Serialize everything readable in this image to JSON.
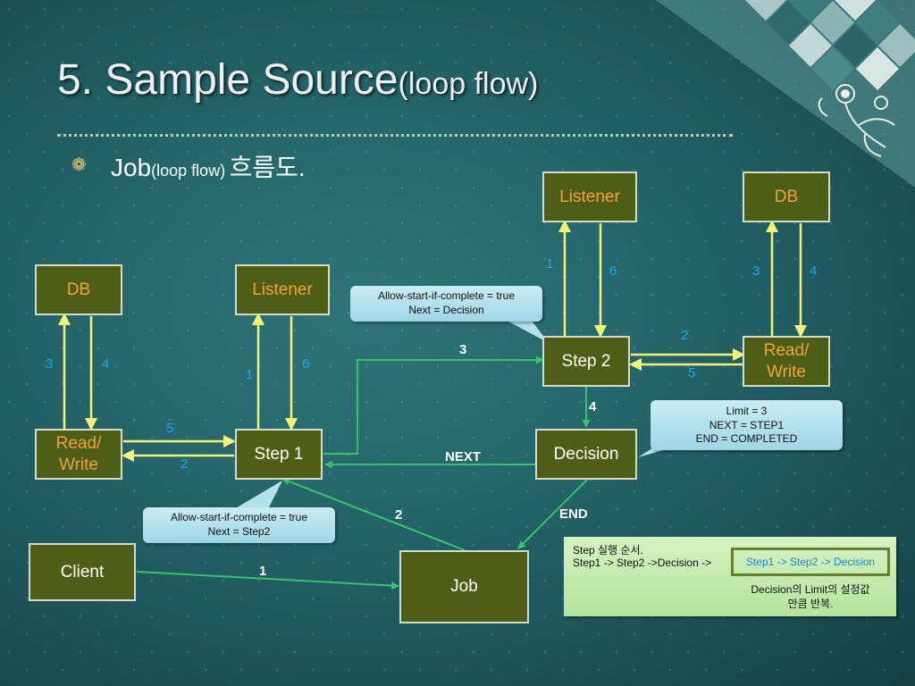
{
  "slide": {
    "title_main": "5. Sample Source",
    "title_paren": "(loop flow)",
    "subtitle_job": "Job",
    "subtitle_paren": "(loop flow)",
    "subtitle_korean": "흐름도."
  },
  "boxes": {
    "db_left": "DB",
    "listener_left": "Listener",
    "read_write_left_1": "Read/",
    "read_write_left_2": "Write",
    "step1": "Step 1",
    "client": "Client",
    "job": "Job",
    "listener_right": "Listener",
    "db_right": "DB",
    "step2": "Step 2",
    "read_write_right_1": "Read/",
    "read_write_right_2": "Write",
    "decision": "Decision"
  },
  "callouts": {
    "step2_line1": "Allow-start-if-complete = true",
    "step2_line2": "Next = Decision",
    "step1_line1": "Allow-start-if-complete = true",
    "step1_line2": "Next = Step2",
    "decision_line1": "Limit = 3",
    "decision_line2": "NEXT = STEP1",
    "decision_line3": "END = COMPLETED"
  },
  "labels": {
    "l_db_3": "3",
    "l_db_4": "4",
    "l_lst_1": "1",
    "l_lst_6": "6",
    "l_rw_5": "5",
    "l_rw_2": "2",
    "r_lst_1": "1",
    "r_lst_6": "6",
    "r_db_3": "3",
    "r_db_4": "4",
    "r_rw_2": "2",
    "r_rw_5": "5",
    "flow_3": "3",
    "flow_4": "4",
    "flow_next": "NEXT",
    "flow_end": "END",
    "flow_2": "2",
    "flow_1": "1"
  },
  "note": {
    "line1": "Step 실행 순서.",
    "line2": "Step1 -> Step2 ->Decision ->",
    "highlight": "Step1 -> Step2 -> Decision",
    "line3": "Decision의 Limit의 설정값 만큼 반복."
  },
  "colors": {
    "box_fill": "#4f5e16",
    "box_text_orange": "#f0a33a",
    "arrow_yellow": "#f2f27a",
    "arrow_green": "#37c36e",
    "number_blue": "#1aa7ee",
    "callout_blue": "#b4e2ef",
    "note_green": "#c4eca9"
  }
}
